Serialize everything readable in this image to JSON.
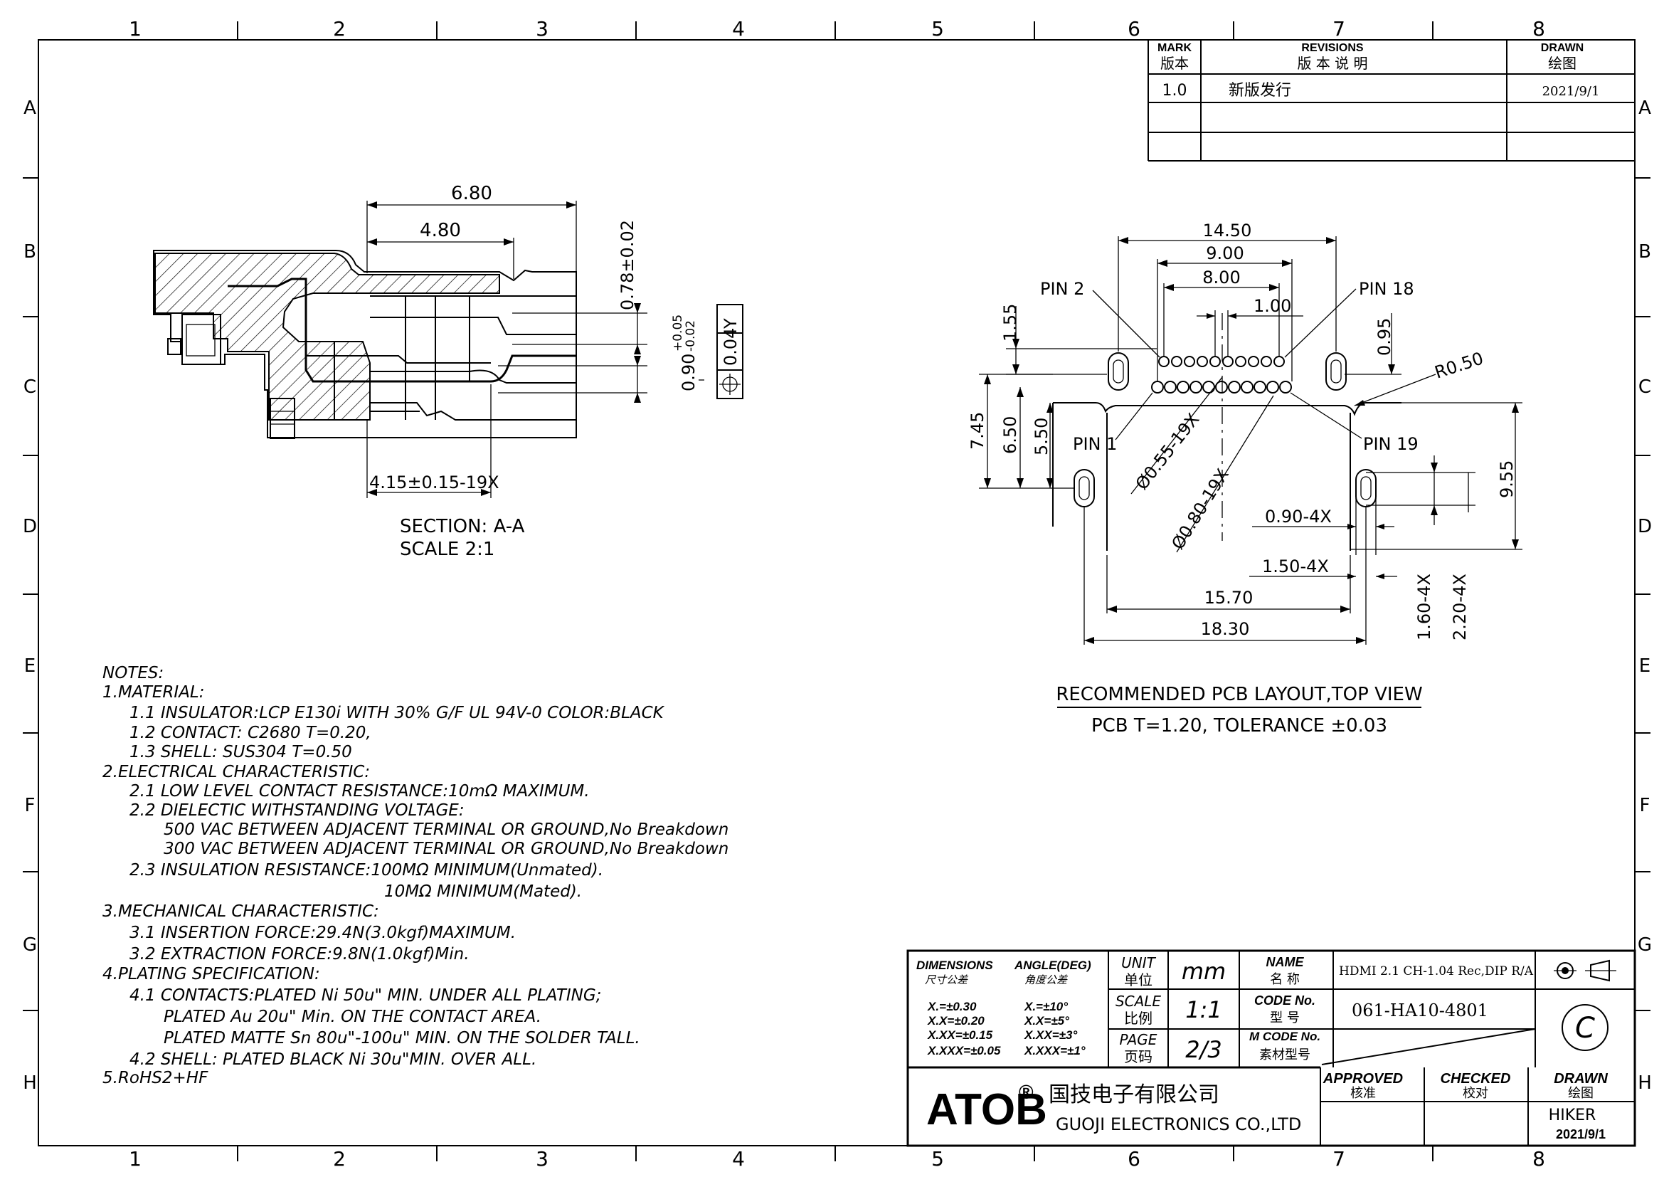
{
  "frame": {
    "col_labels": [
      "1",
      "2",
      "3",
      "4",
      "5",
      "6",
      "7",
      "8"
    ],
    "row_labels": [
      "A",
      "B",
      "C",
      "D",
      "E",
      "F",
      "G",
      "H"
    ]
  },
  "revisions": {
    "headers": {
      "mark_en": "MARK",
      "mark_cn": "版本",
      "rev_en": "REVISIONS",
      "rev_cn": "版 本 说 明",
      "drawn_en": "DRAWN",
      "drawn_cn": "绘图"
    },
    "rows": [
      {
        "mark": "1.0",
        "desc": "新版发行",
        "date": "2021/9/1"
      }
    ]
  },
  "section": {
    "dims": {
      "d680": "6.80",
      "d480": "4.80",
      "d078": "0.78±0.02",
      "d090": "0.90",
      "d090_tol_up": "+0.05",
      "d090_tol_dn": "-0.02",
      "d415": "4.15±0.15-19X"
    },
    "gdt": {
      "symbol": "⌖",
      "value": "0.04",
      "datum": "Y"
    },
    "title": "SECTION: A-A",
    "scale": "SCALE 2:1"
  },
  "pcb": {
    "dims": {
      "d1450": "14.50",
      "d900": "9.00",
      "d800": "8.00",
      "d100": "1.00",
      "d155": "1.55",
      "d095": "0.95",
      "d745": "7.45",
      "d650": "6.50",
      "d550": "5.50",
      "d955": "9.55",
      "d1570": "15.70",
      "d1830": "18.30",
      "d090_4x": "0.90-4X",
      "d150_4x": "1.50-4X",
      "d160_4x": "1.60-4X",
      "d220_4x": "2.20-4X",
      "r050": "R0.50",
      "dia055": "Ø0.55-19X",
      "dia080": "Ø0.80-19X"
    },
    "pins": {
      "pin1": "PIN 1",
      "pin2": "PIN 2",
      "pin18": "PIN 18",
      "pin19": "PIN 19"
    },
    "title": "RECOMMENDED PCB LAYOUT,TOP VIEW",
    "subtitle": "PCB T=1.20, TOLERANCE ±0.03"
  },
  "notes": [
    "NOTES:",
    "1.MATERIAL:",
    "1.1  INSULATOR:LCP  E130i  WITH  30%  G/F  UL  94V-0  COLOR:BLACK",
    "1.2  CONTACT:  C2680  T=0.20,",
    "1.3  SHELL:  SUS304  T=0.50",
    "2.ELECTRICAL  CHARACTERISTIC:",
    "2.1  LOW  LEVEL  CONTACT  RESISTANCE:10mΩ  MAXIMUM.",
    "2.2  DIELECTIC  WITHSTANDING  VOLTAGE:",
    "500  VAC  BETWEEN  ADJACENT  TERMINAL  OR  GROUND,No  Breakdown",
    "300  VAC  BETWEEN  ADJACENT  TERMINAL  OR  GROUND,No  Breakdown",
    "2.3  INSULATION  RESISTANCE:100MΩ  MINIMUM(Unmated).",
    "10MΩ  MINIMUM(Mated).",
    "3.MECHANICAL  CHARACTERISTIC:",
    "3.1  INSERTION  FORCE:29.4N(3.0kgf)MAXIMUM.",
    "3.2  EXTRACTION  FORCE:9.8N(1.0kgf)Min.",
    "4.PLATING  SPECIFICATION:",
    "4.1  CONTACTS:PLATED  Ni  50u\"  MIN.  UNDER  ALL  PLATING;",
    "PLATED  Au  20u\"  Min.  ON  THE  CONTACT  AREA.",
    "PLATED  MATTE  Sn  80u\"-100u\"  MIN.  ON  THE  SOLDER  TALL.",
    "4.2  SHELL:  PLATED  BLACK  Ni  30u\"MIN.  OVER  ALL.",
    "5.RoHS2+HF"
  ],
  "title_block": {
    "dimensions_en": "DIMENSIONS",
    "dimensions_cn": "尺寸公差",
    "angle_en": "ANGLE(DEG)",
    "angle_cn": "角度公差",
    "tol_lin": [
      "X.=±0.30",
      "X.X=±0.20",
      "X.XX=±0.15",
      "X.XXX=±0.05"
    ],
    "tol_ang": [
      "X.=±10°",
      "X.X=±5°",
      "X.XX=±3°",
      "X.XXX=±1°"
    ],
    "unit_en": "UNIT",
    "unit_cn": "单位",
    "unit": "mm",
    "scale_en": "SCALE",
    "scale_cn": "比例",
    "scale": "1:1",
    "page_en": "PAGE",
    "page_cn": "页码",
    "page": "2/3",
    "name_en": "NAME",
    "name_cn": "名 称",
    "name": "HDMI 2.1 CH-1.04 Rec,DIP R/A",
    "code_en": "CODE No.",
    "code_cn": "型 号",
    "code": "061-HA10-4801",
    "mcode_en": "M CODE No.",
    "mcode_cn": "素材型号",
    "rev_letter": "C",
    "logo": "ATOB",
    "company_cn": "国技电子有限公司",
    "company_en": "GUOJI ELECTRONICS CO.,LTD",
    "approved_en": "APPROVED",
    "approved_cn": "核准",
    "checked_en": "CHECKED",
    "checked_cn": "校对",
    "drawn_en": "DRAWN",
    "drawn_cn": "绘图",
    "drawn_by": "HIKER",
    "drawn_date": "2021/9/1"
  }
}
